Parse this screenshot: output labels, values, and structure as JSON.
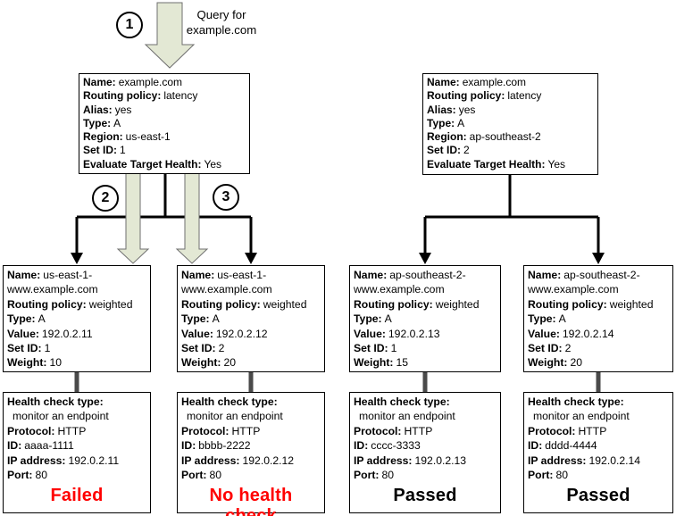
{
  "query_label": "Query for example.com",
  "steps": {
    "step1": "1",
    "step2": "2",
    "step3": "3"
  },
  "colors": {
    "flow_arrow_fill": "#e3e8d4",
    "flow_arrow_outline": "#6f6f6f",
    "status_failed": "#ff0000",
    "status_passed": "#000000",
    "link_gray": "#4a4a4a"
  },
  "latency_records": [
    {
      "fields": [
        {
          "label": "Name:",
          "value": "example.com"
        },
        {
          "label": "Routing policy:",
          "value": "latency"
        },
        {
          "label": "Alias:",
          "value": "yes"
        },
        {
          "label": "Type:",
          "value": "A"
        },
        {
          "label": "Region:",
          "value": "us-east-1"
        },
        {
          "label": "Set ID:",
          "value": "1"
        },
        {
          "label": "Evaluate Target Health:",
          "value": "Yes"
        }
      ]
    },
    {
      "fields": [
        {
          "label": "Name:",
          "value": "example.com"
        },
        {
          "label": "Routing policy:",
          "value": "latency"
        },
        {
          "label": "Alias:",
          "value": "yes"
        },
        {
          "label": "Type:",
          "value": "A"
        },
        {
          "label": "Region:",
          "value": "ap-southeast-2"
        },
        {
          "label": "Set ID:",
          "value": "2"
        },
        {
          "label": "Evaluate Target Health:",
          "value": "Yes"
        }
      ]
    }
  ],
  "weighted_records": [
    {
      "fields": [
        {
          "label": "Name:",
          "value": "us-east-1-www.example.com"
        },
        {
          "label": "Routing policy:",
          "value": "weighted"
        },
        {
          "label": "Type:",
          "value": "A"
        },
        {
          "label": "Value:",
          "value": "192.0.2.11"
        },
        {
          "label": "Set ID:",
          "value": "1"
        },
        {
          "label": "Weight:",
          "value": "10"
        }
      ]
    },
    {
      "fields": [
        {
          "label": "Name:",
          "value": "us-east-1-www.example.com"
        },
        {
          "label": "Routing policy:",
          "value": "weighted"
        },
        {
          "label": "Type:",
          "value": "A"
        },
        {
          "label": "Value:",
          "value": "192.0.2.12"
        },
        {
          "label": "Set ID:",
          "value": "2"
        },
        {
          "label": "Weight:",
          "value": "20"
        }
      ]
    },
    {
      "fields": [
        {
          "label": "Name:",
          "value": "ap-southeast-2-www.example.com"
        },
        {
          "label": "Routing policy:",
          "value": "weighted"
        },
        {
          "label": "Type:",
          "value": "A"
        },
        {
          "label": "Value:",
          "value": "192.0.2.13"
        },
        {
          "label": "Set ID:",
          "value": "1"
        },
        {
          "label": "Weight:",
          "value": "15"
        }
      ]
    },
    {
      "fields": [
        {
          "label": "Name:",
          "value": "ap-southeast-2-www.example.com"
        },
        {
          "label": "Routing policy:",
          "value": "weighted"
        },
        {
          "label": "Type:",
          "value": "A"
        },
        {
          "label": "Value:",
          "value": "192.0.2.14"
        },
        {
          "label": "Set ID:",
          "value": "2"
        },
        {
          "label": "Weight:",
          "value": "20"
        }
      ]
    }
  ],
  "health_checks": [
    {
      "fields": [
        {
          "label": "Health check type:",
          "value": ""
        },
        {
          "label": "",
          "value": "monitor an endpoint"
        },
        {
          "label": "Protocol:",
          "value": "HTTP"
        },
        {
          "label": "ID:",
          "value": "aaaa-1111"
        },
        {
          "label": "IP address:",
          "value": "192.0.2.11"
        },
        {
          "label": "Port:",
          "value": "80"
        }
      ],
      "status": "Failed",
      "status_color": "#ff0000"
    },
    {
      "fields": [
        {
          "label": "Health check type:",
          "value": ""
        },
        {
          "label": "",
          "value": "monitor an endpoint"
        },
        {
          "label": "Protocol:",
          "value": "HTTP"
        },
        {
          "label": "ID:",
          "value": "bbbb-2222"
        },
        {
          "label": "IP address:",
          "value": "192.0.2.12"
        },
        {
          "label": "Port:",
          "value": "80"
        }
      ],
      "status": "No health check",
      "status_color": "#ff0000"
    },
    {
      "fields": [
        {
          "label": "Health check type:",
          "value": ""
        },
        {
          "label": "",
          "value": "monitor an endpoint"
        },
        {
          "label": "Protocol:",
          "value": "HTTP"
        },
        {
          "label": "ID:",
          "value": "cccc-3333"
        },
        {
          "label": "IP address:",
          "value": "192.0.2.13"
        },
        {
          "label": "Port:",
          "value": "80"
        }
      ],
      "status": "Passed",
      "status_color": "#000000"
    },
    {
      "fields": [
        {
          "label": "Health check type:",
          "value": ""
        },
        {
          "label": "",
          "value": "monitor an endpoint"
        },
        {
          "label": "Protocol:",
          "value": "HTTP"
        },
        {
          "label": "ID:",
          "value": "dddd-4444"
        },
        {
          "label": "IP address:",
          "value": "192.0.2.14"
        },
        {
          "label": "Port:",
          "value": "80"
        }
      ],
      "status": "Passed",
      "status_color": "#000000"
    }
  ]
}
